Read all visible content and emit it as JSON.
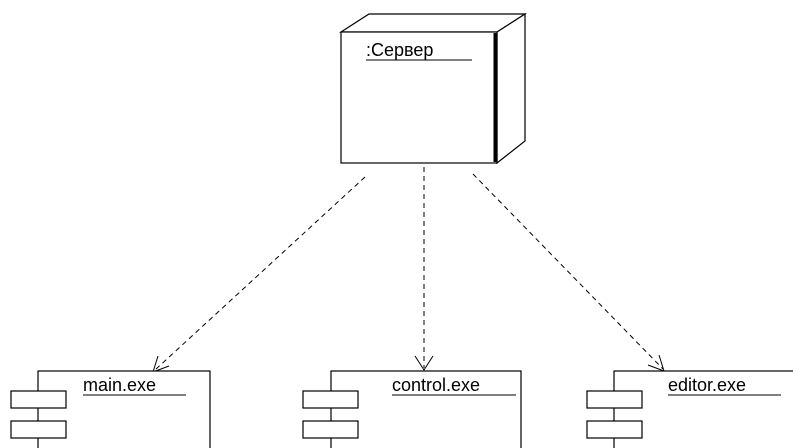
{
  "diagram": {
    "node": {
      "label": ":Сервер"
    },
    "components": [
      {
        "label": "main.exe"
      },
      {
        "label": "control.exe"
      },
      {
        "label": "editor.exe"
      }
    ]
  }
}
